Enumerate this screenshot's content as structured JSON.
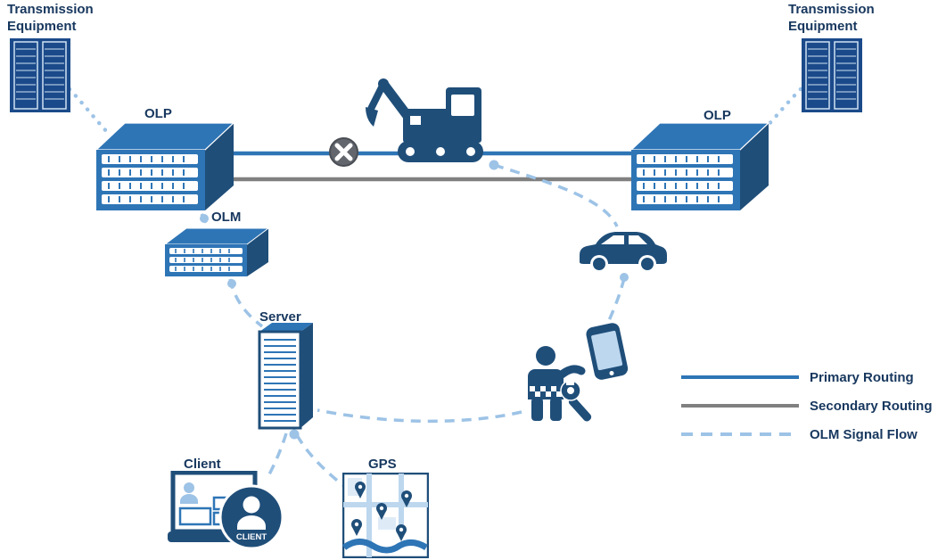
{
  "nodes": {
    "transmission_left": {
      "label": "Transmission Equipment"
    },
    "transmission_right": {
      "label": "Transmission Equipment"
    },
    "olp_left": {
      "label": "OLP"
    },
    "olp_right": {
      "label": "OLP"
    },
    "olm": {
      "label": "OLM"
    },
    "server": {
      "label": "Server"
    },
    "client": {
      "label": "Client",
      "badge": "CLIENT"
    },
    "gps": {
      "label": "GPS"
    }
  },
  "legend": {
    "items": [
      {
        "label": "Primary Routing",
        "style": "solid",
        "color": "#2E75B6"
      },
      {
        "label": "Secondary Routing",
        "style": "solid",
        "color": "#808080"
      },
      {
        "label": "OLM Signal Flow",
        "style": "dashed",
        "color": "#9DC3E6"
      }
    ]
  },
  "colors": {
    "primary_routing": "#2E75B6",
    "secondary_routing": "#808080",
    "olm_signal_flow": "#9DC3E6",
    "icon_dark": "#1F4E79",
    "icon_medium": "#2E75B6",
    "label_text": "#17375E"
  }
}
